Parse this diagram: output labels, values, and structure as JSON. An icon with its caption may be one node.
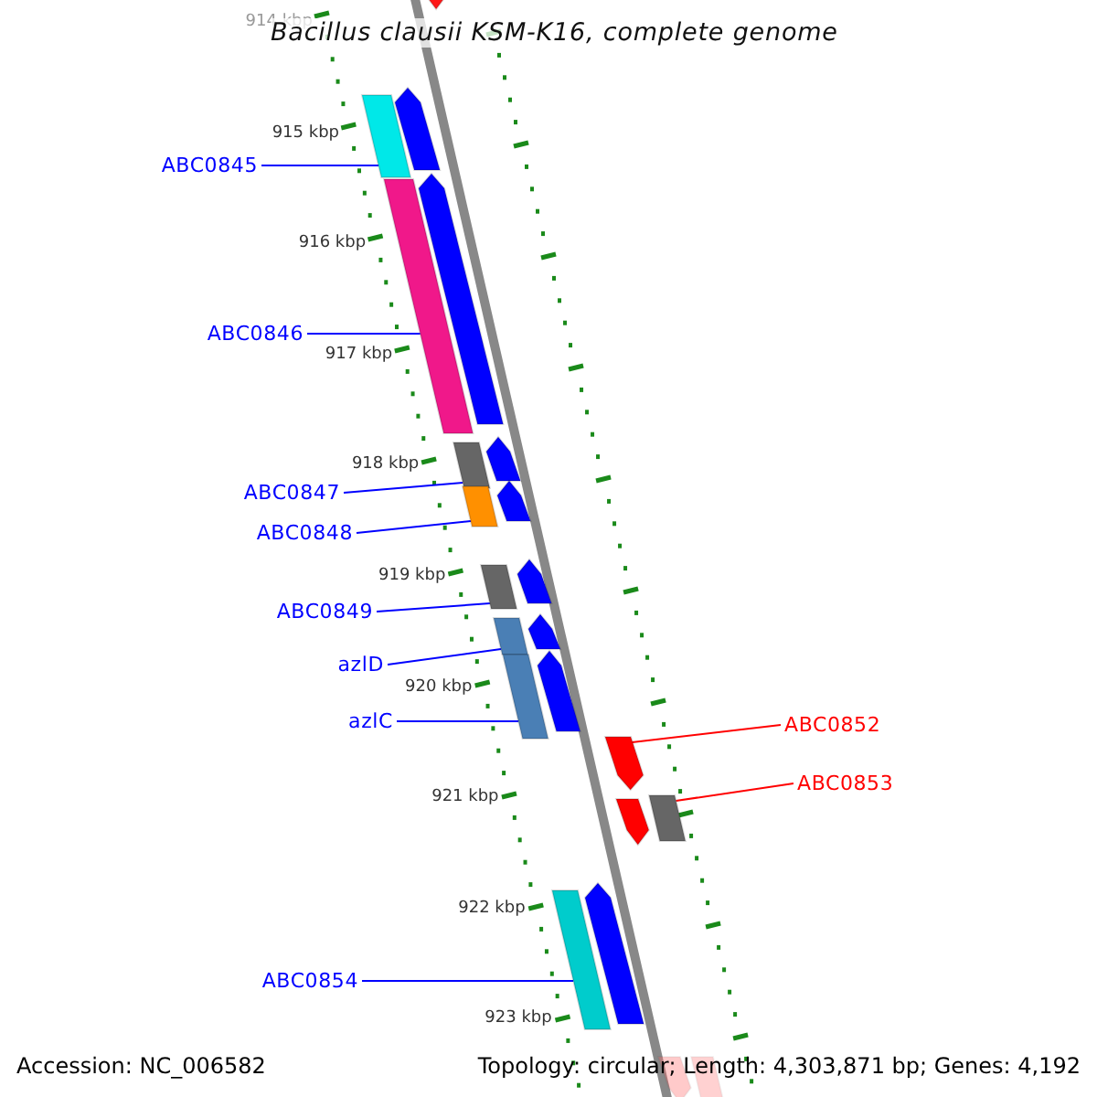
{
  "diagram": {
    "title": "Bacillus clausii KSM-K16, complete genome",
    "nodes": [
      {
        "text": [
          "ABC0845"
        ]
      },
      {
        "text": [],
        "shape": "bar"
      },
      {
        "text": [
          "ABC0846"
        ]
      },
      {
        "text": [],
        "shape": "bar"
      },
      {
        "text": [
          "ABC0847"
        ]
      },
      {
        "text": [],
        "shape": "bar"
      },
      {
        "text": [
          "ABC0848"
        ]
      },
      {
        "text": [],
        "shape": "bar"
      },
      {
        "text": [
          "ABC0849"
        ]
      },
      {
        "text": [],
        "shape": "bar"
      },
      {
        "text": [
          "azlD"
        ]
      },
      {
        "text": [],
        "shape": "bar"
      },
      {
        "text": [
          "azlC"
        ]
      },
      {
        "text": [],
        "shape": "bar"
      },
      {
        "text": [
          "ABC0852"
        ]
      },
      {
        "text": [],
        "shape": "bar"
      },
      {
        "text": [
          "ABC0853"
        ]
      },
      {
        "text": [],
        "shape": "bar"
      },
      {
        "text": [
          "ABC0854"
        ]
      },
      {
        "text": [],
        "shape": "bar"
      }
    ],
    "edges": [
      {
        "from": 0,
        "to": 1,
        "arrow": "none"
      },
      {
        "from": 2,
        "to": 3,
        "arrow": "none"
      },
      {
        "from": 4,
        "to": 5,
        "arrow": "none"
      },
      {
        "from": 6,
        "to": 7,
        "arrow": "none"
      },
      {
        "from": 8,
        "to": 9,
        "arrow": "none"
      },
      {
        "from": 10,
        "to": 11,
        "arrow": "none"
      },
      {
        "from": 12,
        "to": 13,
        "arrow": "none"
      },
      {
        "from": 14,
        "to": 15,
        "arrow": "none",
        "color": "#ff0000"
      },
      {
        "from": 16,
        "to": 17,
        "arrow": "none",
        "color": "#ff0000"
      },
      {
        "from": 18,
        "to": 19,
        "arrow": "none"
      }
    ],
    "labels": [
      "914 kbp",
      "915 kbp",
      "916 kbp",
      "917 kbp",
      "918 kbp",
      "919 kbp",
      "920 kbp",
      "921 kbp",
      "922 kbp",
      "923 kbp",
      "Accession: NC_006582",
      "Topology: circular; Length: 4,303,871 bp; Genes: 4,192"
    ]
  }
}
